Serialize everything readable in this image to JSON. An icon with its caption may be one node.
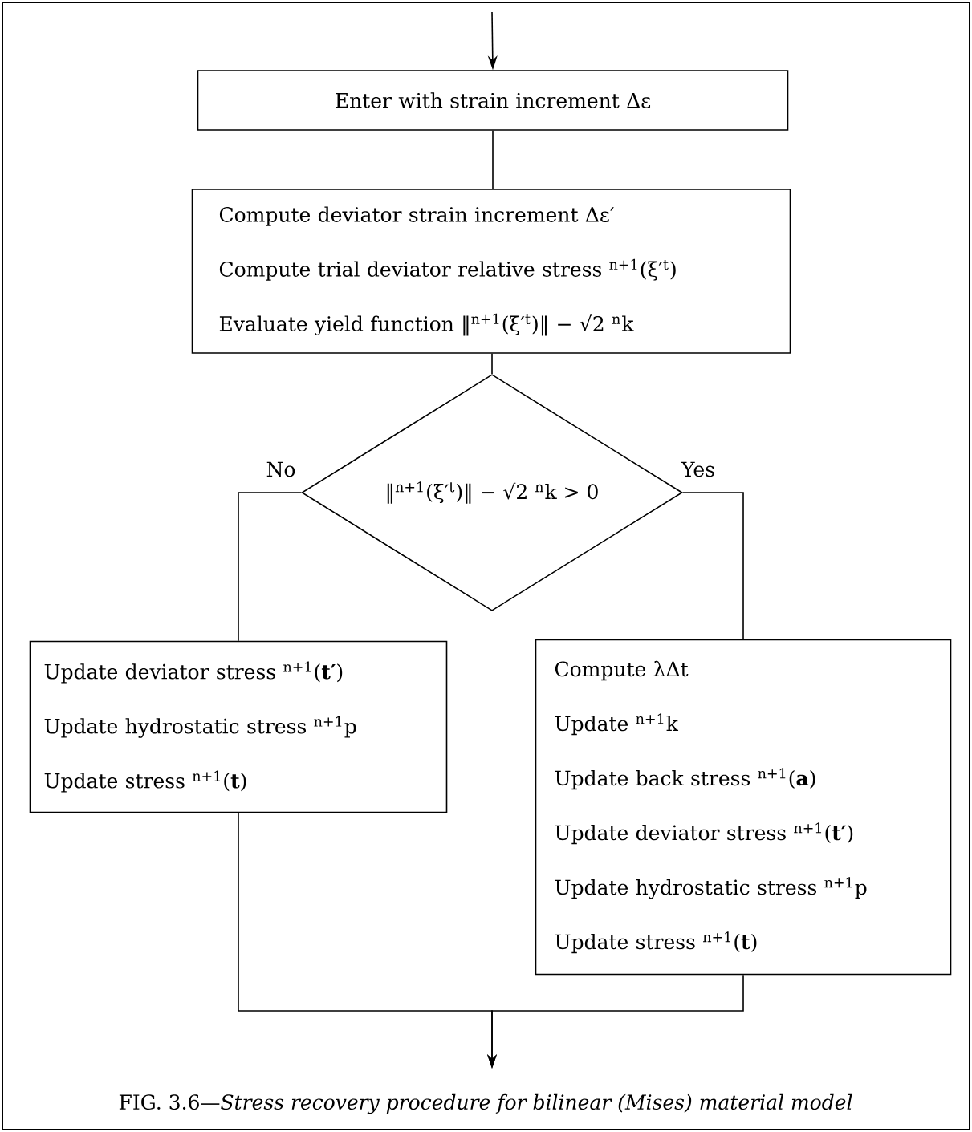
{
  "diagram": {
    "caption": "FIG. 3.6—*Stress recovery procedure for bilinear (Mises) material model*",
    "nodes": [
      {
        "text": [
          "Enter with strain increment Δε"
        ]
      },
      {
        "text": [
          "Compute deviator strain increment Δε′",
          "Compute trial deviator relative stress $^{n+1}$(ξ′$^{t}$)",
          "Evaluate yield function ‖$^{n+1}$(ξ′$^{t}$)‖ − √2 $^{n}$k"
        ]
      },
      {
        "text": [
          "‖$^{n+1}$(ξ′$^{t}$)‖ − √2 $^{n}$k > 0"
        ]
      },
      {
        "text": [
          "Update deviator stress $^{n+1}$(**t′**)",
          "Update hydrostatic stress $^{n+1}$p",
          "Update stress $^{n+1}$(**t**)"
        ]
      },
      {
        "text": [
          "Compute λΔt",
          "Update $^{n+1}$k",
          "Update back stress $^{n+1}$(**a**)",
          "Update deviator stress $^{n+1}$(**t′**)",
          "Update hydrostatic stress $^{n+1}$p",
          "Update stress $^{n+1}$(**t**)"
        ]
      }
    ],
    "edges": [
      {
        "from": null,
        "to": 0,
        "arrow": "to"
      },
      {
        "from": 0,
        "to": 1,
        "arrow": "none"
      },
      {
        "from": 1,
        "to": 2,
        "arrow": "none"
      },
      {
        "from": 2,
        "to": 3,
        "arrow": "none",
        "label": "No"
      },
      {
        "from": 2,
        "to": 4,
        "arrow": "none",
        "label": "Yes"
      },
      {
        "from": 3,
        "to": null,
        "arrow": "to"
      },
      {
        "from": 4,
        "to": null,
        "arrow": "to"
      }
    ]
  }
}
